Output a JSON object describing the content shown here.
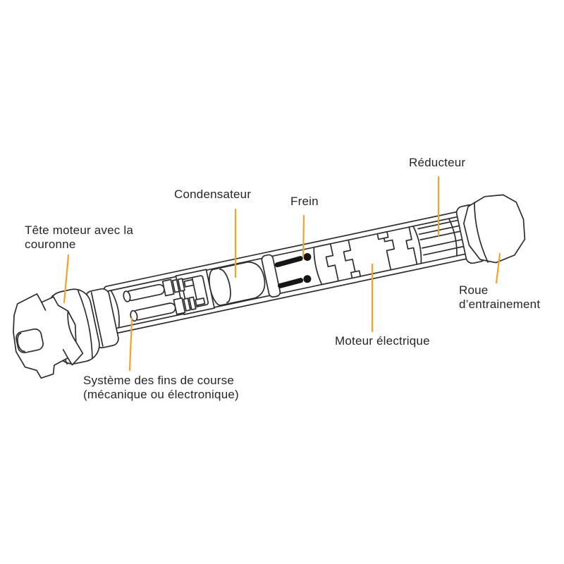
{
  "page": {
    "background_color": "#ffffff",
    "accent_color": "#F5A227",
    "ink_color": "#2d2d2d",
    "text_color": "#262626"
  },
  "diagram": {
    "labels": {
      "tete_moteur": {
        "line1": "Tête moteur avec la",
        "line2": "couronne"
      },
      "condensateur": {
        "text": "Condensateur"
      },
      "frein": {
        "text": "Frein"
      },
      "reducteur": {
        "text": "Réducteur"
      },
      "roue_entrainement": {
        "line1": "Roue",
        "line2": "d’entrainement"
      },
      "moteur_electrique": {
        "text": "Moteur électrique"
      },
      "systeme_fins": {
        "line1": "Système des fins de course",
        "line2": "(mécanique ou électronique)"
      }
    }
  }
}
